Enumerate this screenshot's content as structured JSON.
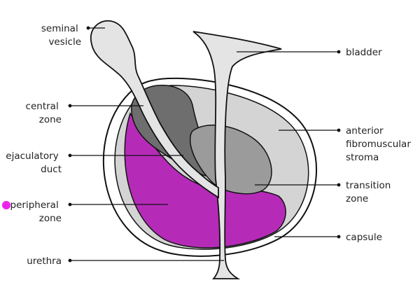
{
  "labels": {
    "seminal_vesicle": [
      "seminal",
      "vesicle"
    ],
    "bladder": [
      "bladder"
    ],
    "central_zone": [
      "central",
      "zone"
    ],
    "anterior_stroma": [
      "anterior",
      "fibromuscular",
      "stroma"
    ],
    "ejaculatory_duct": [
      "ejaculatory",
      "duct"
    ],
    "transition_zone": [
      "transition",
      "zone"
    ],
    "peripheral_zone": [
      "peripheral",
      "zone"
    ],
    "capsule": [
      "capsule"
    ],
    "urethra": [
      "urethra"
    ]
  },
  "colors": {
    "peripheral_zone": "#b52bb8",
    "highlight_dot": "#ee22ee",
    "central_zone": "#6e6e6e",
    "transition_zone": "#9b9b9b",
    "stroma": "#d4d4d4",
    "vesicle_and_urethra": "#e4e4e4",
    "outline": "#111111"
  },
  "highlighted": "peripheral_zone"
}
